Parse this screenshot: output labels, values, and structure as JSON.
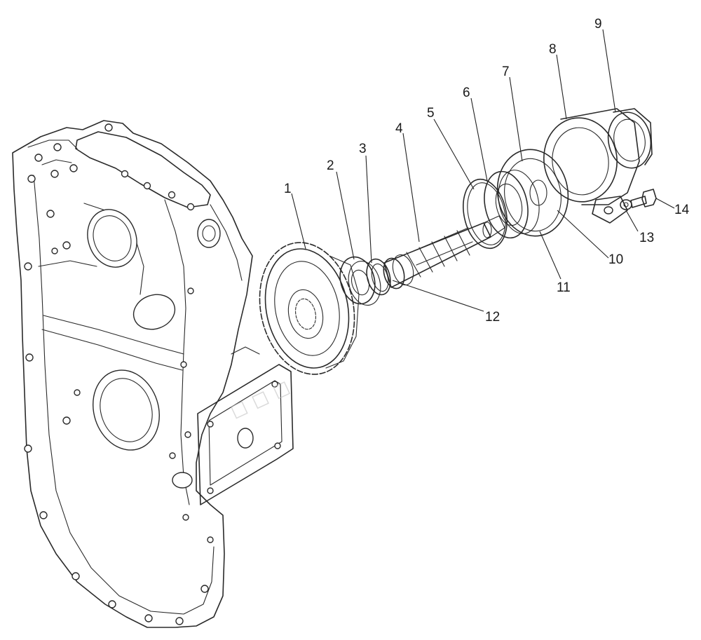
{
  "figure": {
    "type": "exploded-assembly-drawing",
    "callouts": [
      "1",
      "2",
      "3",
      "4",
      "5",
      "6",
      "7",
      "8",
      "9",
      "10",
      "11",
      "12",
      "13",
      "14"
    ],
    "watermark": "...",
    "line_color": "#2a2a2a",
    "background": "#ffffff"
  }
}
